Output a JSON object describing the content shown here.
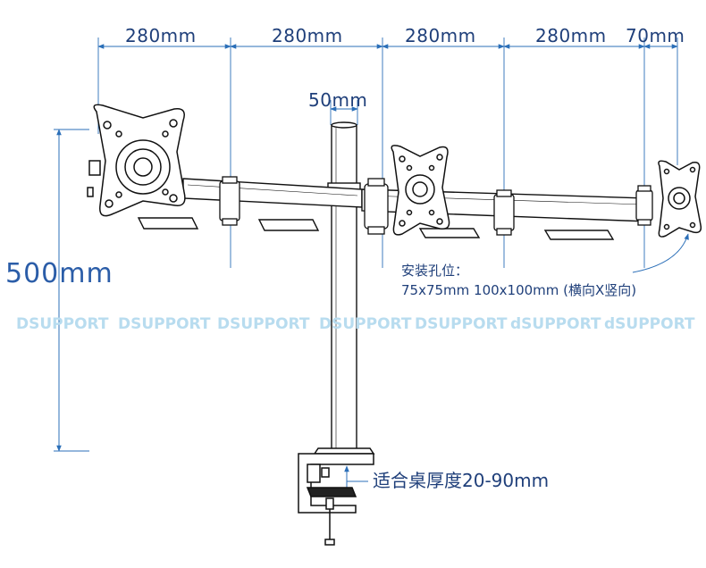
{
  "dimensions": {
    "top": [
      "280mm",
      "280mm",
      "280mm",
      "280mm",
      "70mm"
    ],
    "pole": "50mm",
    "height": "500mm",
    "clamp": "适合桌厚度20-90mm"
  },
  "vesa_note": {
    "line1": "安装孔位：",
    "line2": "75x75mm  100x100mm (横向X竖向)"
  },
  "watermark": [
    "DSUPPORT",
    "DSUPPORT",
    "DSUPPORT",
    "DSUPPORT",
    "DSUPPORT",
    "dSUPPORT",
    "dSUPPORT"
  ],
  "colors": {
    "dimension_line": "#2b6fb8",
    "outline": "#111111",
    "watermark": "#b8dcef"
  }
}
